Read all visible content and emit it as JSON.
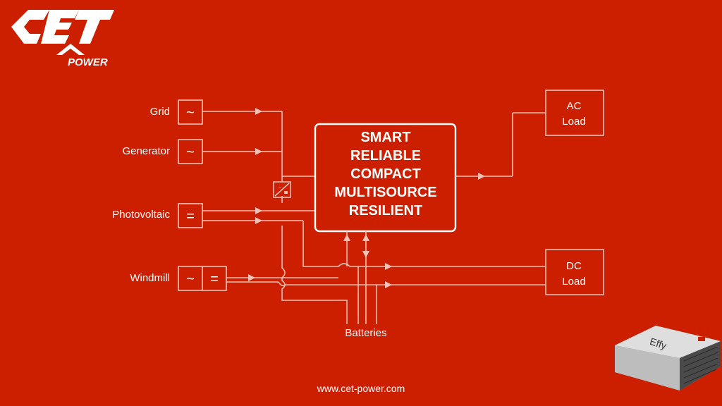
{
  "brand": {
    "logo_text": "CET",
    "logo_sub": "POWER",
    "website": "www.cet-power.com",
    "background_color": "#cc1f00",
    "line_color": "#f2c2b8"
  },
  "sources": {
    "grid": {
      "label": "Grid",
      "symbol": "~"
    },
    "generator": {
      "label": "Generator",
      "symbol": "~"
    },
    "photovoltaic": {
      "label": "Photovoltaic",
      "symbol": "="
    },
    "windmill": {
      "label": "Windmill",
      "symbol_ac": "~",
      "symbol_dc": "="
    }
  },
  "core": {
    "lines": [
      "SMART",
      "RELIABLE",
      "COMPACT",
      "MULTISOURCE",
      "RESILIENT"
    ]
  },
  "loads": {
    "ac": [
      "AC",
      "Load"
    ],
    "dc": [
      "DC",
      "Load"
    ]
  },
  "batteries_label": "Batteries",
  "product": {
    "name": "Effy"
  }
}
